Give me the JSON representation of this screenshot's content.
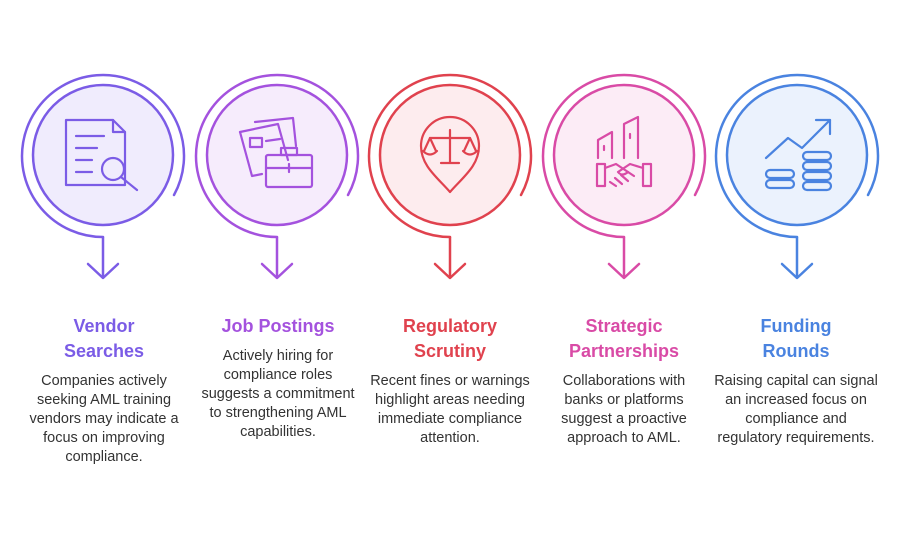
{
  "steps": [
    {
      "title": "Vendor\nSearches",
      "description": "Companies actively seeking AML training vendors may indicate a focus on improving compliance.",
      "color": "#7b5ce6",
      "fill": "#f0ecfd",
      "icon": "document-search-icon"
    },
    {
      "title": "Job Postings",
      "description": "Actively hiring for compliance roles suggests a commitment to strengthening AML capabilities.",
      "color": "#a452de",
      "fill": "#f6ecfc",
      "icon": "briefcase-icon"
    },
    {
      "title": "Regulatory\nScrutiny",
      "description": "Recent fines or warnings highlight areas needing immediate compliance attention.",
      "color": "#e0424e",
      "fill": "#fdecee",
      "icon": "scales-icon"
    },
    {
      "title": "Strategic\nPartnerships",
      "description": "Collaborations with banks or platforms suggest a proactive approach to AML.",
      "color": "#d94ba6",
      "fill": "#fcecf6",
      "icon": "handshake-icon"
    },
    {
      "title": "Funding\nRounds",
      "description": "Raising capital can signal an increased focus on compliance and regulatory requirements.",
      "color": "#4a83e0",
      "fill": "#ebf2fd",
      "icon": "chart-coins-icon"
    }
  ]
}
